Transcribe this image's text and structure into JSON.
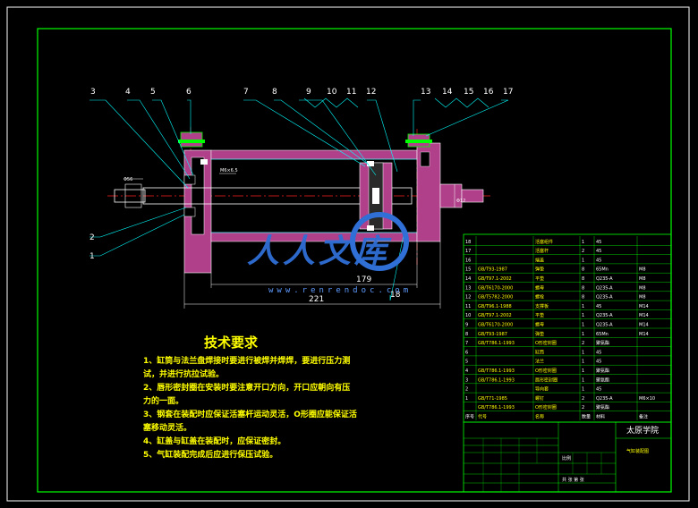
{
  "part_numbers": [
    "1",
    "2",
    "3",
    "4",
    "5",
    "6",
    "7",
    "8",
    "9",
    "10",
    "11",
    "12",
    "13",
    "14",
    "15",
    "16",
    "17",
    "18"
  ],
  "dimensions": {
    "small_flange": "Φ56",
    "overall": "221",
    "inner": "179",
    "side": "M6×6.5",
    "extra": "Φ12"
  },
  "tech_requirements": {
    "title": "技术要求",
    "items": [
      "1、缸筒与法兰盘焊接时要进行被焊并焊焊，要进行压力测",
      "试，并进行抗拉试验。",
      "2、唇形密封圈在安装时要注意开口方向，开口应朝向有压",
      "力的一面。",
      "3、钢套在装配时应保证活塞杆运动灵活，O形圈应能保证活",
      "塞移动灵活。",
      "4、缸盖与缸盖在装配时，应保证密封。",
      "5、气缸装配完成后应进行保压试验。"
    ]
  },
  "bom": [
    {
      "no": "18",
      "code": "",
      "name": "活塞组件",
      "qty": "1",
      "mat": "45",
      "note": ""
    },
    {
      "no": "17",
      "code": "",
      "name": "活塞杆",
      "qty": "2",
      "mat": "45",
      "note": ""
    },
    {
      "no": "16",
      "code": "",
      "name": "端盖",
      "qty": "1",
      "mat": "45",
      "note": ""
    },
    {
      "no": "15",
      "code": "GB/T93-1987",
      "name": "弹垫",
      "qty": "8",
      "mat": "65Mn",
      "note": "M8"
    },
    {
      "no": "14",
      "code": "GB/T97.1-2002",
      "name": "平垫",
      "qty": "8",
      "mat": "Q235-A",
      "note": "M8"
    },
    {
      "no": "13",
      "code": "GB/T6170-2000",
      "name": "螺母",
      "qty": "8",
      "mat": "Q235-A",
      "note": "M8"
    },
    {
      "no": "12",
      "code": "GB/T5782-2000",
      "name": "螺栓",
      "qty": "8",
      "mat": "Q235-A",
      "note": "M8"
    },
    {
      "no": "11",
      "code": "GB/T96.1-1988",
      "name": "支撑板",
      "qty": "1",
      "mat": "45",
      "note": "M14"
    },
    {
      "no": "10",
      "code": "GB/T97.1-2002",
      "name": "平垫",
      "qty": "1",
      "mat": "Q235-A",
      "note": "M14"
    },
    {
      "no": "9",
      "code": "GB/T6170-2000",
      "name": "螺母",
      "qty": "1",
      "mat": "Q235-A",
      "note": "M14"
    },
    {
      "no": "8",
      "code": "GB/T93-1987",
      "name": "弹垫",
      "qty": "1",
      "mat": "65Mn",
      "note": "M14"
    },
    {
      "no": "7",
      "code": "GB/T786.1-1993",
      "name": "O形密封圈",
      "qty": "2",
      "mat": "聚氨酯",
      "note": ""
    },
    {
      "no": "6",
      "code": "",
      "name": "缸筒",
      "qty": "1",
      "mat": "45",
      "note": ""
    },
    {
      "no": "5",
      "code": "",
      "name": "法兰",
      "qty": "1",
      "mat": "45",
      "note": ""
    },
    {
      "no": "4",
      "code": "GB/T786.1-1993",
      "name": "O形密封圈",
      "qty": "1",
      "mat": "聚氨酯",
      "note": ""
    },
    {
      "no": "3",
      "code": "GB/T786.1-1993",
      "name": "唇形密封圈",
      "qty": "1",
      "mat": "聚氨酯",
      "note": ""
    },
    {
      "no": "2",
      "code": "",
      "name": "导向套",
      "qty": "1",
      "mat": "45",
      "note": ""
    },
    {
      "no": "1",
      "code": "GB/T71-1985",
      "name": "螺钉",
      "qty": "2",
      "mat": "Q235-A",
      "note": "M6×10"
    },
    {
      "no": "",
      "code": "GB/T786.1-1993",
      "name": "O形密封圈",
      "qty": "2",
      "mat": "聚氨酯",
      "note": ""
    }
  ],
  "bom_header": {
    "no": "序号",
    "code": "代号",
    "name": "名称",
    "qty": "数量",
    "mat": "材料",
    "note": "备注"
  },
  "title_block": {
    "school": "太原学院",
    "drawing": "气缸装配图",
    "scale_label": "比例",
    "sheet_label": "共  张  第  张"
  },
  "watermark": {
    "text": "人人文库",
    "url": "www.renrendoc.com"
  },
  "colors": {
    "frame": "#00ff00",
    "part": "#b0408a",
    "line": "#ffffff",
    "cyan": "#00ffff",
    "yellow": "#ffff00",
    "red": "#ff2020",
    "watermark": "#2f6fd6"
  }
}
